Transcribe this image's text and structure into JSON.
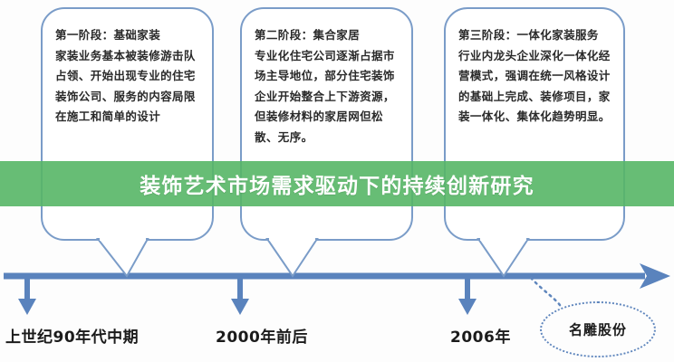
{
  "meta": {
    "title": "装饰艺术市场需求驱动下的持续创新研究",
    "accent_blue": "#6b8fc4",
    "border_blue": "#7a9cc8",
    "banner_green": "#56b666",
    "banner_text_color": "#ffffff",
    "body_text_color": "#2a2a2a",
    "page_background": "#ffffff"
  },
  "banner": {
    "text": "装饰艺术市场需求驱动下的持续创新研究"
  },
  "stages": [
    {
      "id": "stage-1",
      "heading": "第一阶段：基础家装",
      "body": "家装业务基本被装修游击队占领、开始出现专业的住宅装饰公司、服务的内容局限在施工和简单的设计",
      "full_text": "第一阶段：基础家装\n家装业务基本被装修游击队占领、开始出现专业的住宅装饰公司、服务的内容局限在施工和简单的设计"
    },
    {
      "id": "stage-2",
      "heading": "第二阶段：集合家居",
      "body": "专业化住宅公司逐渐占据市场主导地位，部分住宅装饰企业开始整合上下游资源，但装修材料的家居网但松散、无序。",
      "full_text": "第二阶段：集合家居\n专业化住宅公司逐渐占据市场主导地位，部分住宅装饰企业开始整合上下游资源，但装修材料的家居网但松散、无序。"
    },
    {
      "id": "stage-3",
      "heading": "第三阶段：一体化家装服务",
      "body": "行业内龙头企业深化一体化经营模式，强调在统一风格设计的基础上完成、装修项目，家装一体化、集体化趋势明显。",
      "full_text": "第三阶段：一体化家装服务\n行业内龙头企业深化一体化经营模式，强调在统一风格设计的基础上完成、装修项目，家装一体化、集体化趋势明显。"
    }
  ],
  "timeline": {
    "eras": [
      {
        "id": "era-1",
        "label": "上世纪90年代中期"
      },
      {
        "id": "era-2",
        "label": "2000年前后"
      },
      {
        "id": "era-3",
        "label": "2006年"
      }
    ],
    "callout": {
      "label": "名雕股份"
    }
  }
}
